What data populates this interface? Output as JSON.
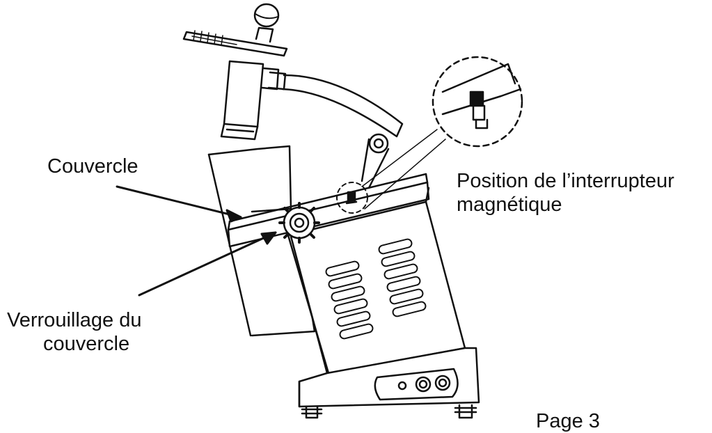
{
  "labels": {
    "lid": "Couvercle",
    "lid_lock_line1": "Verrouillage du",
    "lid_lock_line2": "couvercle",
    "switch_line1": "Position de l’interrupteur",
    "switch_line2": "magnétique",
    "page_fragment": "Page 3"
  },
  "colors": {
    "line": "#111111",
    "background": "#ffffff"
  },
  "icons": {
    "lock_knob": "gear-knob-icon",
    "control_knobs": "control-dial-icon"
  }
}
